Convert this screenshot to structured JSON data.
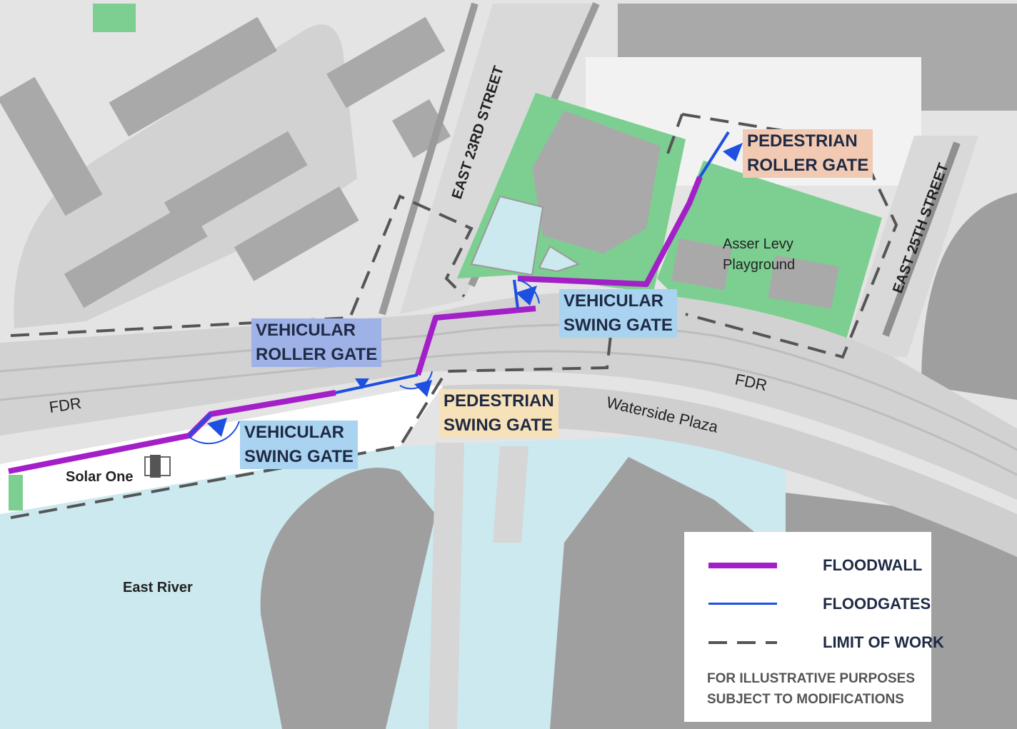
{
  "map": {
    "colors": {
      "water": "#cbe9ef",
      "park": "#7ccf91",
      "building": "#a9a9a9",
      "block": "#cfcfcf",
      "road": "#dcdcdc",
      "floodwall": "#a31fc7",
      "floodgate": "#1d4fe0",
      "limit_of_work": "#555555"
    },
    "streets": {
      "e23": "EAST 23RD STREET",
      "e25": "EAST 25TH STREET",
      "fdr_west": "FDR",
      "fdr_east": "FDR",
      "waterside": "Waterside Plaza"
    },
    "places": {
      "asser_line1": "Asser Levy",
      "asser_line2": "Playground",
      "solar_one": "Solar One",
      "east_river": "East River"
    },
    "callouts": {
      "ped_roller": {
        "line1": "PEDESTRIAN",
        "line2": "ROLLER GATE",
        "color": "#f2c9b2"
      },
      "veh_swing_north": {
        "line1": "VEHICULAR",
        "line2": "SWING GATE",
        "color": "#a9d3f0"
      },
      "veh_roller": {
        "line1": "VEHICULAR",
        "line2": "ROLLER GATE",
        "color": "#9fb2e8"
      },
      "ped_swing": {
        "line1": "PEDESTRIAN",
        "line2": "SWING GATE",
        "color": "#f6e1b8"
      },
      "veh_swing_south": {
        "line1": "VEHICULAR",
        "line2": "SWING GATE",
        "color": "#a9d3f0"
      }
    },
    "legend": {
      "floodwall": "FLOODWALL",
      "floodgates": "FLOODGATES",
      "limit_of_work": "LIMIT OF WORK",
      "note_line1": "FOR ILLUSTRATIVE PURPOSES",
      "note_line2": "SUBJECT TO MODIFICATIONS"
    }
  }
}
